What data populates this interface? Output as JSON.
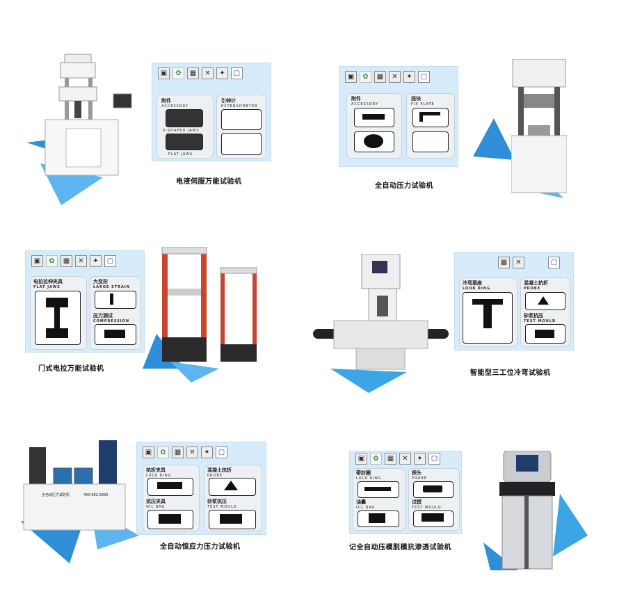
{
  "captions": {
    "c1": "电液伺服万能试验机",
    "c2": "全自动压力试验机",
    "c3": "门式电拉万能试验机",
    "c4": "智能型三工位冷弯试验机",
    "c5": "全自动恒应力压力试验机",
    "c6": "记全自动压模脱模抗渗透试验机"
  },
  "panel1": {
    "left_title": "附件",
    "left_sub": "ACCESSORY",
    "v_jaws": "V-SHAPED JAWS",
    "flat_jaws": "FLAT JAWS",
    "right_title": "引伸计",
    "right_sub": "EXTENSOMETER"
  },
  "panel2": {
    "left_title": "附件",
    "left_sub": "ACCESSORY",
    "right_title": "挡块",
    "right_sub": "FIX PLATE"
  },
  "panel3": {
    "a_title": "电拉拉伸夹具",
    "a_sub": "FLAT JAWS",
    "b_title": "大变形",
    "b_sub": "LARGE STRAIN",
    "c_title": "压力测试",
    "c_sub": "COMPRESSION"
  },
  "panel4": {
    "a_title": "冷弯基座",
    "a_sub": "LOOK RING",
    "b_title": "混凝土抗折",
    "b_sub": "PROBE",
    "c_title": "砂浆抗压",
    "c_sub": "TEST MOULD"
  },
  "panel5": {
    "a_title": "抗折夹具",
    "a_sub": "LOCK RING",
    "b_title": "混凝土抗折",
    "b_sub": "PROBE",
    "c_title": "抗压夹具",
    "c_sub": "OIL BAG",
    "d_title": "砂浆抗压",
    "d_sub": "TEST MOULD"
  },
  "panel6": {
    "a_title": "密封圈",
    "a_sub": "LOCK RING",
    "b_title": "探头",
    "b_sub": "PROBE",
    "c_title": "油囊",
    "c_sub": "OIL BAG",
    "d_title": "试模",
    "d_sub": "TEST MOULD"
  },
  "machine_text": {
    "m5_label": "全自动压力试验机",
    "m5_phone": "400-882-2990"
  },
  "colors": {
    "accent_blue": "#3ba5e6",
    "panel_bg": "#d6ecfb"
  },
  "icons": [
    "machine-icon",
    "leaf-icon",
    "grid-icon",
    "x-icon",
    "star-icon",
    "chip-icon"
  ]
}
